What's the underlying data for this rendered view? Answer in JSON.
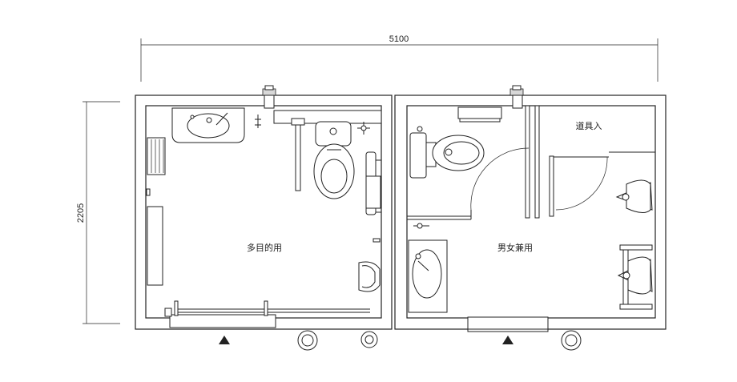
{
  "dimensions": {
    "width_label": "5100",
    "height_label": "2205"
  },
  "rooms": {
    "multipurpose": "多目的用",
    "unisex": "男女兼用",
    "storage": "道具入"
  }
}
